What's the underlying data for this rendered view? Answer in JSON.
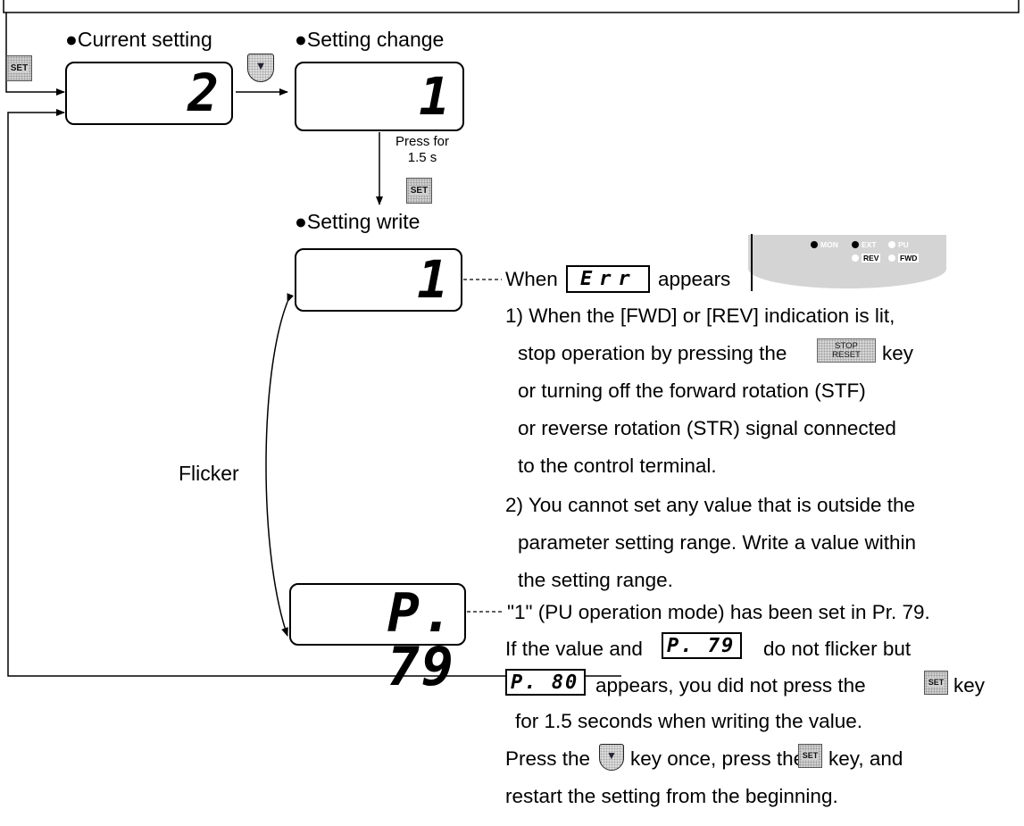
{
  "labels": {
    "current_setting": "●Current setting",
    "setting_change": "●Setting change",
    "setting_write": "●Setting write",
    "press_for": "Press for",
    "press_time": "1.5 s",
    "flicker": "Flicker"
  },
  "keys": {
    "set": "SET",
    "down_symbol": "▼",
    "stop_line1": "STOP",
    "stop_line2": "RESET"
  },
  "displays": {
    "current_value": "2",
    "change_value": "1",
    "write_value": "1",
    "flicker_value": "P.  79",
    "err_text": "Err",
    "p79_text": "P.  79",
    "p80_text": "P.  80"
  },
  "panel": {
    "mon": "MON",
    "ext": "EXT",
    "pu": "PU",
    "rev": "REV",
    "fwd": "FWD"
  },
  "notes": {
    "when_err_prefix": "When",
    "when_err_suffix": "appears",
    "item1_line1": "1) When the [FWD] or [REV] indication is lit,",
    "item1_line2a": "stop operation by pressing the",
    "item1_line2b": "key",
    "item1_line3": "or turning off the forward rotation (STF)",
    "item1_line4": "or reverse rotation (STR) signal connected",
    "item1_line5": "to the control terminal.",
    "item2_line1": "2) You cannot set any value that is outside the",
    "item2_line2": "parameter setting range. Write a value within",
    "item2_line3": "the setting range.",
    "pr79_line": "\"1\" (PU operation mode) has been set in Pr. 79.",
    "flicker_note_a": "If the value and",
    "flicker_note_b": "do not flicker but",
    "p80_note_a": "appears, you did not press the",
    "p80_note_b": "key",
    "p80_note_c": "for 1.5 seconds when writing the value.",
    "restart_a": "Press the",
    "restart_b": "key once, press the",
    "restart_c": "key, and",
    "restart_line2": "restart the setting from the beginning."
  }
}
